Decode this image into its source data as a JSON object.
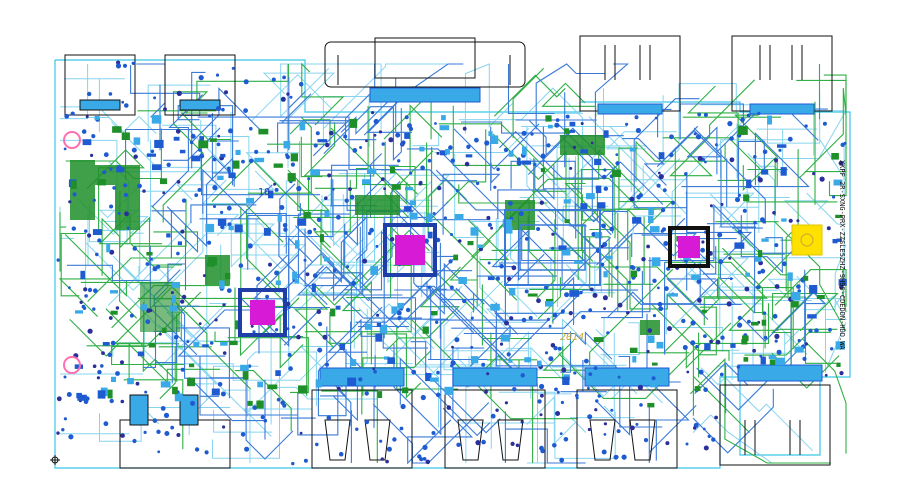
{
  "board": {
    "colors": {
      "background": "#ffffff",
      "outline": "#39c6e8",
      "via_pad": "#1f5bd0",
      "via_hole": "#2a2f9a",
      "top_trace": "#2faf45",
      "bottom_trace": "#3a7bd8",
      "inner_trace": "#7ad0ee",
      "pad": "#39a9e8",
      "copper_pour": "#1f8f2a",
      "silkscreen": "#111111",
      "chip_core": "#d61ad6",
      "chip_ring": "#1f3fa8",
      "marker_fill": "#ffe100",
      "keepout": "#ff6fb0",
      "annotation": "#c8a632"
    },
    "silkscreen_text": {
      "vertical_label": "XKPF 2R-SXNG-PRX-ZZSLE5ZHZ-9H9S-CDEDDN-HDD.WA",
      "revision": "2014",
      "chip_marking": "10"
    },
    "components": {
      "vga_connector": "vga-connector",
      "hdmi_ports": [
        "hdmi-port-1",
        "hdmi-port-2",
        "hdmi-port-3"
      ],
      "usb_ports": [
        "usb-port-1",
        "usb-port-2",
        "usb-port-3"
      ],
      "processors": [
        "fpga-chip",
        "decoder-chip-1",
        "decoder-chip-2",
        "decoder-chip-3"
      ]
    }
  }
}
